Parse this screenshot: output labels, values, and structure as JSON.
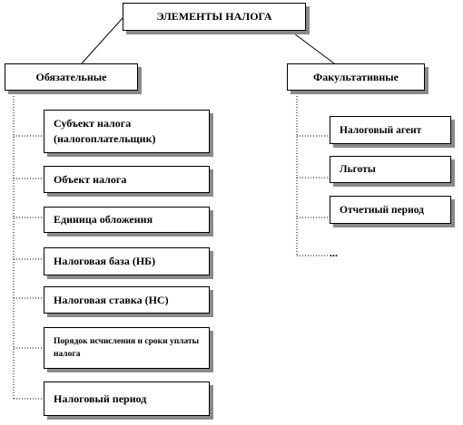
{
  "root": {
    "label": "ЭЛЕМЕНТЫ НАЛОГА"
  },
  "mandatory": {
    "label": "Обязательные",
    "items": [
      "Субъект налога (налогоплательщик)",
      "Объект налога",
      "Единица обложения",
      "Налоговая база (НБ)",
      "Налоговая ставка (НС)",
      "Порядок исчисления и сроки уплаты налога",
      "Налоговый период"
    ]
  },
  "optional": {
    "label": "Факультативные",
    "items": [
      "Налоговый агент",
      "Льготы",
      "Отчетный период",
      "..."
    ]
  }
}
